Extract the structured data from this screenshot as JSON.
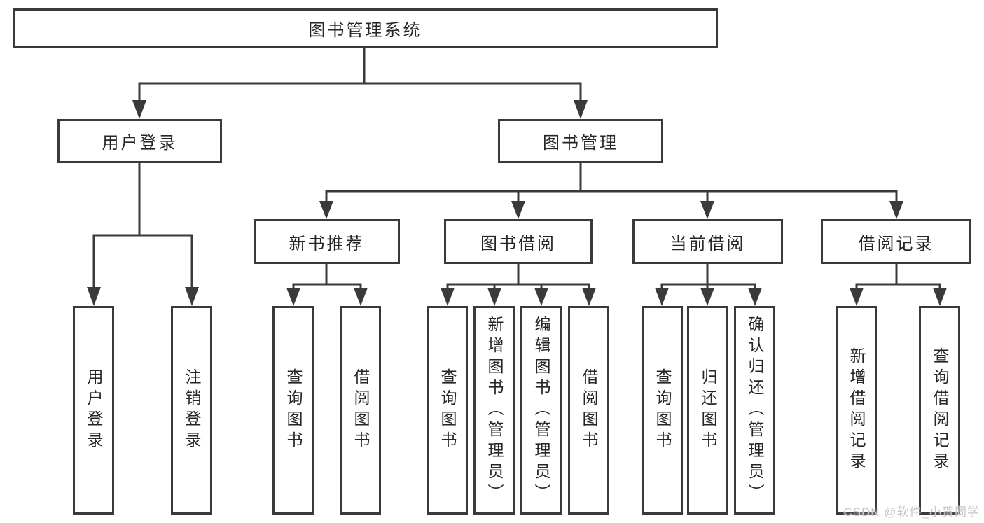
{
  "diagram": {
    "type": "hierarchy-flowchart",
    "tree": {
      "label": "图书管理系统",
      "children": [
        {
          "label": "用户登录",
          "children": [
            {
              "label": "用户登录"
            },
            {
              "label": "注销登录"
            }
          ]
        },
        {
          "label": "图书管理",
          "children": [
            {
              "label": "新书推荐",
              "children": [
                {
                  "label": "查询图书"
                },
                {
                  "label": "借阅图书"
                }
              ]
            },
            {
              "label": "图书借阅",
              "children": [
                {
                  "label": "查询图书"
                },
                {
                  "label": "新增图书（管理员）"
                },
                {
                  "label": "编辑图书（管理员）"
                },
                {
                  "label": "借阅图书"
                }
              ]
            },
            {
              "label": "当前借阅",
              "children": [
                {
                  "label": "查询图书"
                },
                {
                  "label": "归还图书"
                },
                {
                  "label": "确认归还（管理员）"
                }
              ]
            },
            {
              "label": "借阅记录",
              "children": [
                {
                  "label": "新增借阅记录"
                },
                {
                  "label": "查询借阅记录"
                }
              ]
            }
          ]
        }
      ]
    },
    "colors": {
      "line": "#3a3a3a",
      "box_border": "#3a3a3a",
      "text": "#262626",
      "background": "#ffffff",
      "watermark": "#c6c6c6"
    },
    "watermark": "CSDN @软件_小贺同学"
  }
}
